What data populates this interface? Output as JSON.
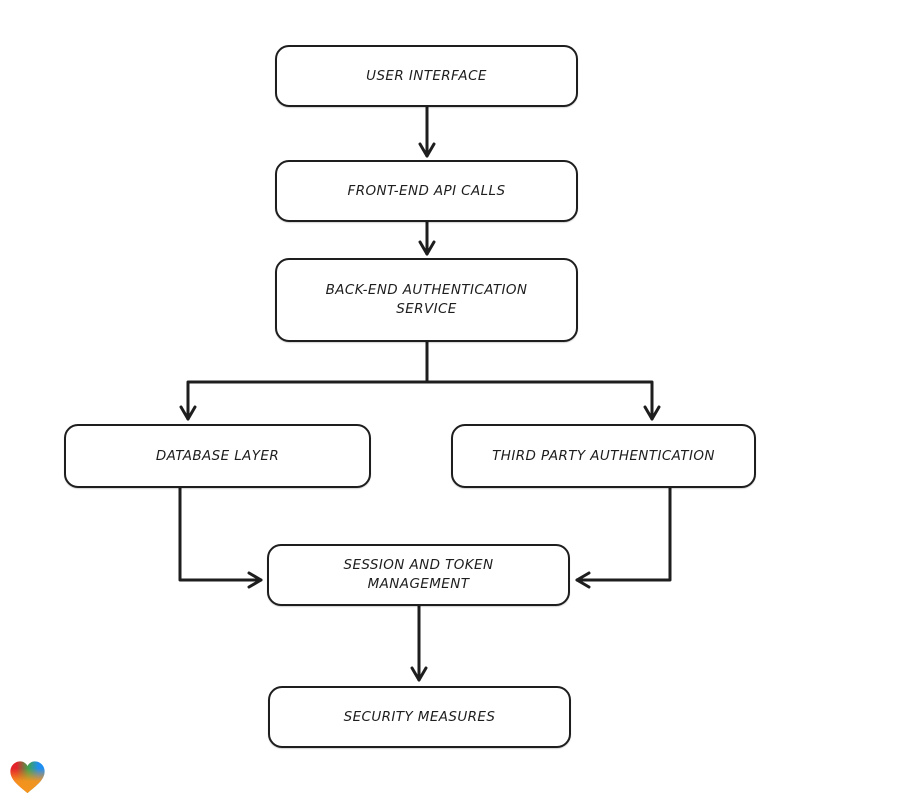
{
  "diagram": {
    "type": "flowchart",
    "title": "",
    "style": {
      "stroke_color": "#1e1e1e",
      "node_fill": "#ffffff",
      "background": "#ffffff"
    },
    "nodes": [
      {
        "id": "user_interface",
        "label": "USER INTERFACE"
      },
      {
        "id": "frontend_api",
        "label": "FRONT-END API CALLS"
      },
      {
        "id": "backend_auth",
        "label": "BACK-END AUTHENTICATION SERVICE"
      },
      {
        "id": "database_layer",
        "label": "DATABASE LAYER"
      },
      {
        "id": "third_party_auth",
        "label": "THIRD PARTY AUTHENTICATION"
      },
      {
        "id": "session_token",
        "label": "SESSION AND TOKEN MANAGEMENT"
      },
      {
        "id": "security_measures",
        "label": "SECURITY MEASURES"
      }
    ],
    "edges": [
      {
        "from": "user_interface",
        "to": "frontend_api"
      },
      {
        "from": "frontend_api",
        "to": "backend_auth"
      },
      {
        "from": "backend_auth",
        "to": "database_layer"
      },
      {
        "from": "backend_auth",
        "to": "third_party_auth"
      },
      {
        "from": "database_layer",
        "to": "session_token"
      },
      {
        "from": "third_party_auth",
        "to": "session_token"
      },
      {
        "from": "session_token",
        "to": "security_measures"
      }
    ]
  },
  "branding": {
    "logo_name": "gradient-heart-logo",
    "logo_colors": [
      "#e3242b",
      "#3fa34d",
      "#1f8ef1",
      "#f7941d"
    ]
  }
}
